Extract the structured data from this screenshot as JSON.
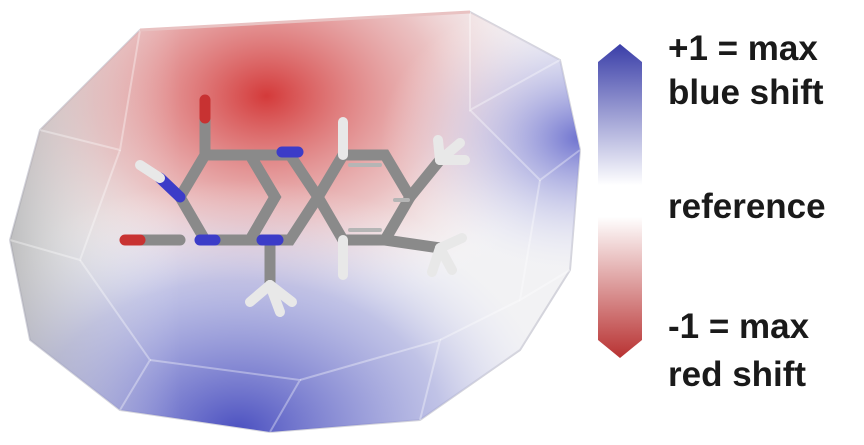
{
  "figure": {
    "scale_bar": {
      "top_label_line1": "+1 = max",
      "top_label_line2": "blue shift",
      "middle_label": "reference",
      "bottom_label_line1": "-1 = max",
      "bottom_label_line2": "red shift",
      "colors": {
        "max": "#3a3ea8",
        "reference": "#ffffff",
        "min": "#b83232"
      }
    },
    "molecule": {
      "atom_colors": {
        "carbon": "#8a8a8a",
        "nitrogen": "#3c3cc8",
        "oxygen": "#c83232",
        "hydrogen": "#e8e8e8"
      }
    },
    "surface_colors": {
      "blue": "#4a50c0",
      "red": "#d03c3c",
      "white": "#f4f4f4"
    }
  }
}
